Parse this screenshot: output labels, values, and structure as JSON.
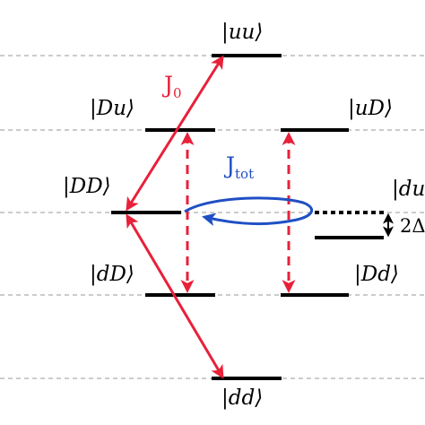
{
  "states": {
    "uu": "|uu⟩",
    "Du": "|Du⟩",
    "uD": "|uD⟩",
    "DD": "|DD⟩",
    "du": "|du",
    "dD": "|dD⟩",
    "Dd": "|Dd⟩",
    "dd": "|dd⟩"
  },
  "couplings": {
    "j0_main": "J",
    "j0_sub": "0",
    "jtot_main": "J",
    "jtot_sub": "tot"
  },
  "gap": {
    "label": "2Δ"
  },
  "colors": {
    "j0": "#e8203a",
    "jtot": "#1f4fc4",
    "level": "#000000",
    "reference": "#9a9a9a"
  }
}
